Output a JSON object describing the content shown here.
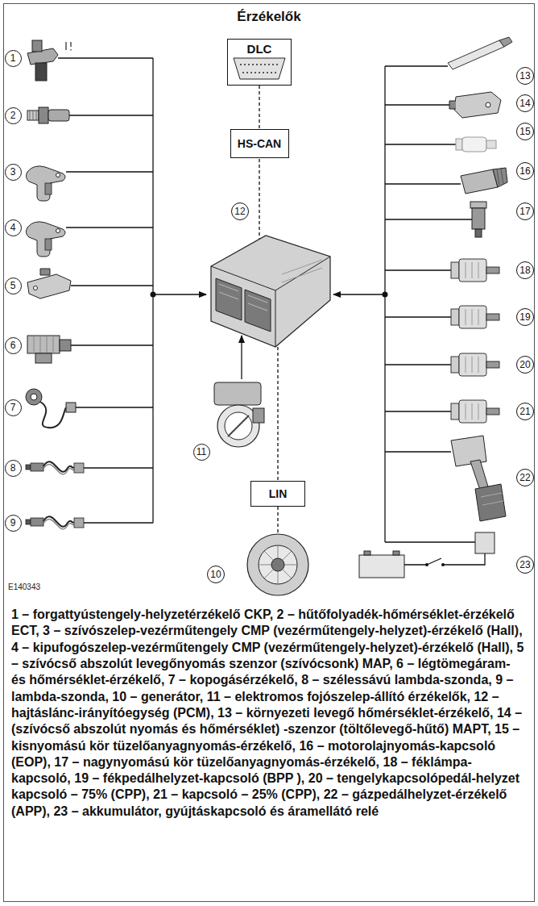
{
  "diagram": {
    "title": "Érzékelők",
    "nodes": [
      {
        "text": [
          "DLC"
        ]
      },
      {
        "text": [
          "HS-CAN"
        ]
      },
      {
        "text": [
          "LIN"
        ]
      },
      {
        "text": [
          "1"
        ]
      },
      {
        "text": [
          "2"
        ]
      },
      {
        "text": [
          "3"
        ]
      },
      {
        "text": [
          "4"
        ]
      },
      {
        "text": [
          "5"
        ]
      },
      {
        "text": [
          "6"
        ]
      },
      {
        "text": [
          "7"
        ]
      },
      {
        "text": [
          "8"
        ]
      },
      {
        "text": [
          "9"
        ]
      },
      {
        "text": [
          "10"
        ]
      },
      {
        "text": [
          "11"
        ]
      },
      {
        "text": [
          "12"
        ]
      },
      {
        "text": [
          "13"
        ]
      },
      {
        "text": [
          "14"
        ]
      },
      {
        "text": [
          "15"
        ]
      },
      {
        "text": [
          "16"
        ]
      },
      {
        "text": [
          "17"
        ]
      },
      {
        "text": [
          "18"
        ]
      },
      {
        "text": [
          "19"
        ]
      },
      {
        "text": [
          "20"
        ]
      },
      {
        "text": [
          "21"
        ]
      },
      {
        "text": [
          "22"
        ]
      },
      {
        "text": [
          "23"
        ]
      }
    ],
    "edges": [
      {
        "from": 0,
        "to": 1,
        "arrow": "none"
      }
    ],
    "labels": [
      "E140343"
    ],
    "caption": "1 – forgattyústengely-helyzetérzékelő CKP, 2 – hűtőfolyadék-hőmérséklet-érzékelő ECT, 3 – szívószelep-vezérműtengely CMP (vezérműtengely-helyzet)-érzékelő (Hall), 4 – kipufogószelep-vezérműtengely CMP (vezérműtengely-helyzet)-érzékelő (Hall), 5 – szívócső abszolút levegőnyomás szenzor (szívócsonk) MAP, 6 – légtömegáram- és hőmérséklet-érzékelő, 7 – kopogásérzékelő, 8 – szélessávú lambda-szonda, 9 – lambda-szonda, 10 – generátor, 11 – elektromos fojószelep-állító érzékelők, 12 – hajtáslánc-irányítóegység (PCM), 13 – környezeti levegő hőmérséklet-érzékelő, 14 – (szívócső abszolút nyomás és hőmérséklet) -szenzor (töltőlevegő-hűtő) MAPT, 15 – kisnyomású kör tüzelőanyagnyomás-érzékelő, 16 – motorolajnyomás-kapcsoló (EOP), 17 – nagynyomású kör tüzelőanyagnyomás-érzékelő, 18 – féklámpa-kapcsoló, 19 – fékpedálhelyzet-kapcsoló (BPP ), 20 – tengelykapcsolópedál-helyzet kapcsoló – 75% (CPP), 21 – kapcsoló – 25% (CPP), 22 – gázpedálhelyzet-érzékelő (APP), 23 – akkumulátor, gyújtáskapcsoló és áramellátó relé"
  }
}
